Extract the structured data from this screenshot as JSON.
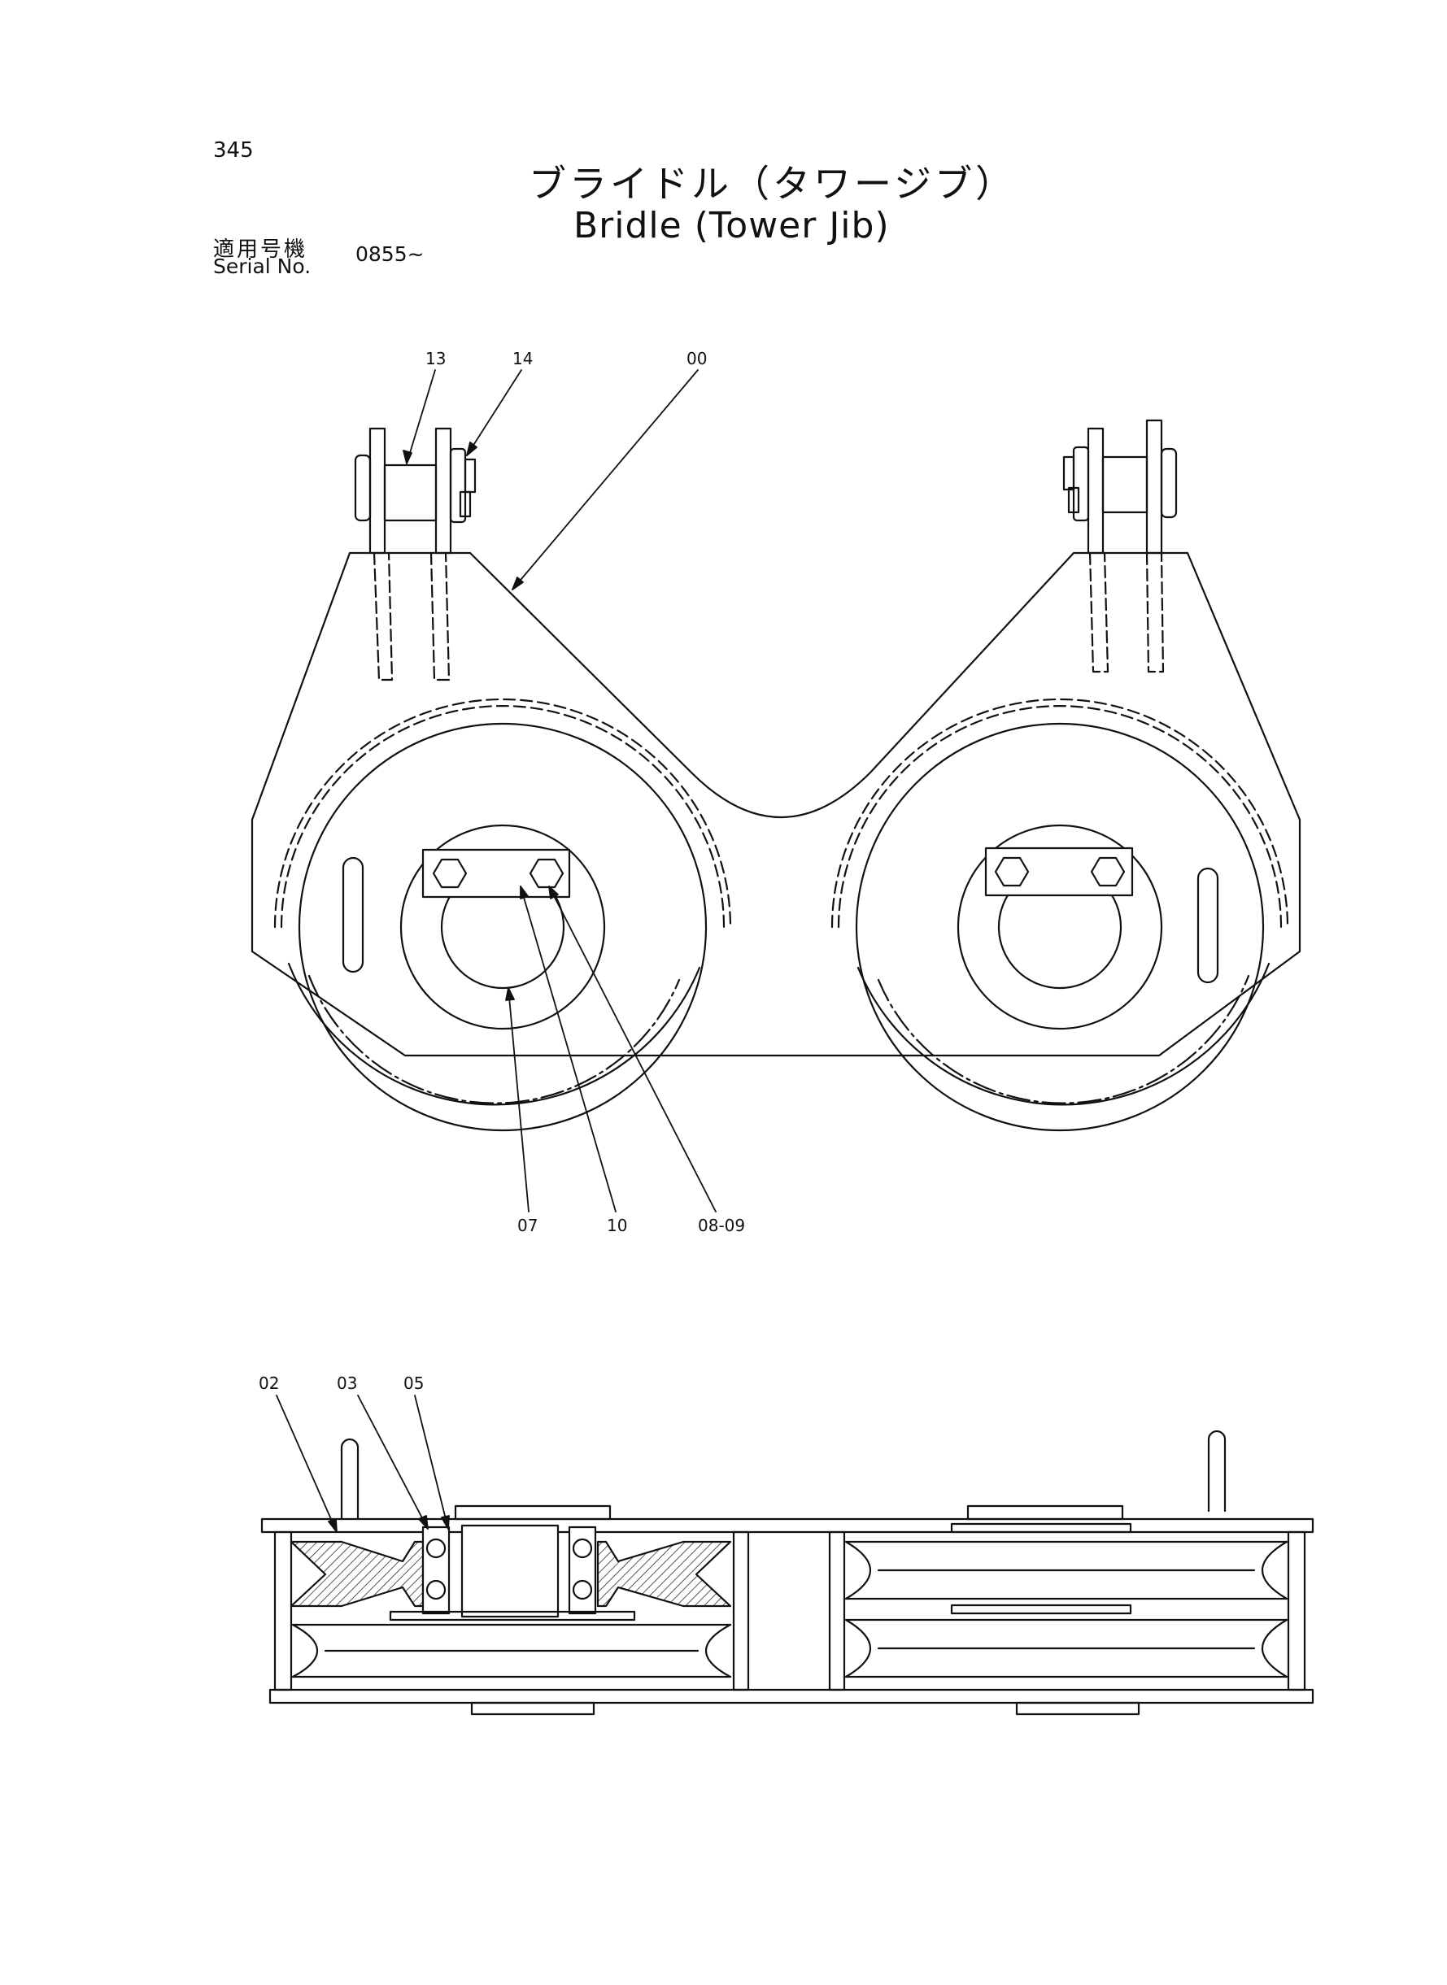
{
  "header": {
    "page_number": "345",
    "title_jp": "ブライドル（タワージブ）",
    "title_en": "Bridle (Tower Jib)",
    "serial_label_jp": "適用号機",
    "serial_label_en": "Serial No.",
    "serial_value": "0855~"
  },
  "callouts": {
    "front": [
      "13",
      "14",
      "00",
      "07",
      "10",
      "08-09"
    ],
    "section": [
      "02",
      "03",
      "05"
    ]
  },
  "colors": {
    "line": "#111111",
    "background": "#ffffff"
  }
}
